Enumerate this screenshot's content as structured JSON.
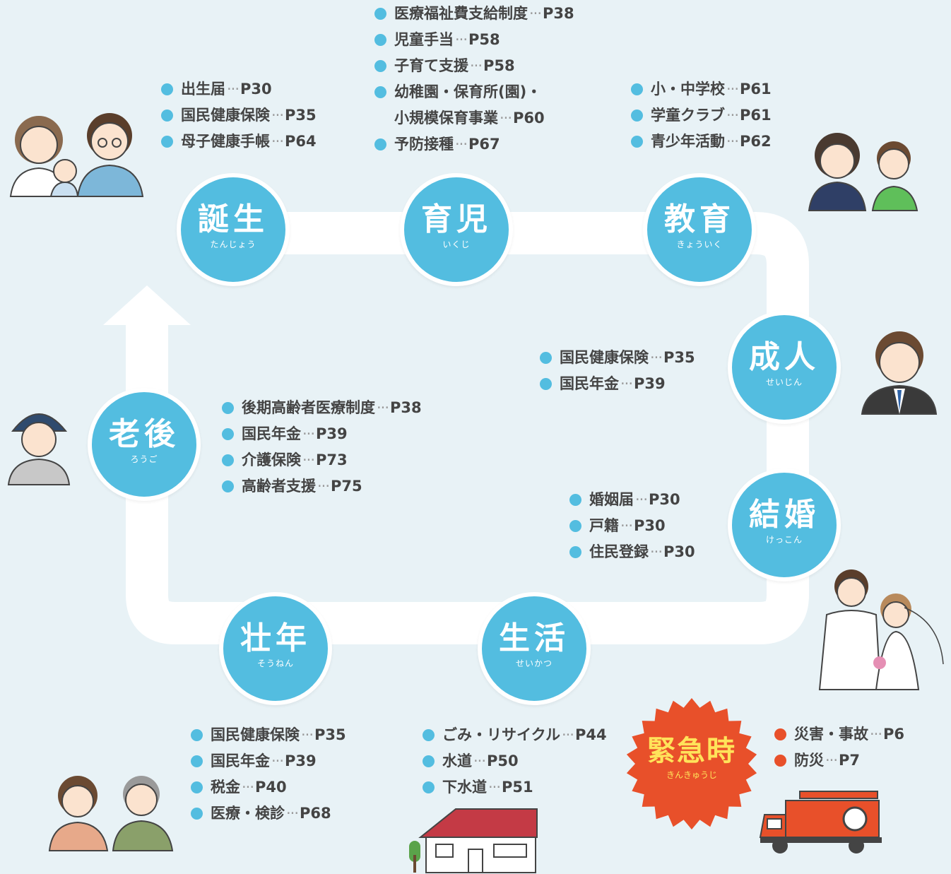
{
  "colors": {
    "accent": "#53bde0",
    "emergency": "#e8502a",
    "emergency_text": "#ffe35a",
    "background": "#e8f2f6"
  },
  "stages": {
    "tanjo": {
      "name": "誕生",
      "ruby": "たんじょう"
    },
    "ikuji": {
      "name": "育児",
      "ruby": "いくじ"
    },
    "kyoiku": {
      "name": "教育",
      "ruby": "きょういく"
    },
    "seijin": {
      "name": "成人",
      "ruby": "せいじん"
    },
    "kekkon": {
      "name": "結婚",
      "ruby": "けっこん"
    },
    "seikatsu": {
      "name": "生活",
      "ruby": "せいかつ"
    },
    "sonen": {
      "name": "壮年",
      "ruby": "そうねん"
    },
    "rogo": {
      "name": "老後",
      "ruby": "ろうご"
    },
    "kinkyuji": {
      "name": "緊急時",
      "ruby": "きんきゅうじ"
    }
  },
  "lists": {
    "tanjo": [
      {
        "label": "出生届",
        "page": "P30"
      },
      {
        "label": "国民健康保険",
        "page": "P35"
      },
      {
        "label": "母子健康手帳",
        "page": "P64"
      }
    ],
    "ikuji": [
      {
        "label": "医療福祉費支給制度",
        "page": "P38"
      },
      {
        "label": "児童手当",
        "page": "P58"
      },
      {
        "label": "子育て支援",
        "page": "P58"
      },
      {
        "label": "幼稚園・保育所(園)・",
        "cont": "小規模保育事業",
        "page": "P60"
      },
      {
        "label": "予防接種",
        "page": "P67"
      }
    ],
    "kyoiku": [
      {
        "label": "小・中学校",
        "page": "P61"
      },
      {
        "label": "学童クラブ",
        "page": "P61"
      },
      {
        "label": "青少年活動",
        "page": "P62"
      }
    ],
    "seijin": [
      {
        "label": "国民健康保険",
        "page": "P35"
      },
      {
        "label": "国民年金",
        "page": "P39"
      }
    ],
    "kekkon": [
      {
        "label": "婚姻届",
        "page": "P30"
      },
      {
        "label": "戸籍",
        "page": "P30"
      },
      {
        "label": "住民登録",
        "page": "P30"
      }
    ],
    "rogo": [
      {
        "label": "後期高齢者医療制度",
        "page": "P38"
      },
      {
        "label": "国民年金",
        "page": "P39"
      },
      {
        "label": "介護保険",
        "page": "P73"
      },
      {
        "label": "高齢者支援",
        "page": "P75"
      }
    ],
    "sonen": [
      {
        "label": "国民健康保険",
        "page": "P35"
      },
      {
        "label": "国民年金",
        "page": "P39"
      },
      {
        "label": "税金",
        "page": "P40"
      },
      {
        "label": "医療・検診",
        "page": "P68"
      }
    ],
    "seikatsu": [
      {
        "label": "ごみ・リサイクル",
        "page": "P44"
      },
      {
        "label": "水道",
        "page": "P50"
      },
      {
        "label": "下水道",
        "page": "P51"
      }
    ],
    "kinkyuji": [
      {
        "label": "災害・事故",
        "page": "P6"
      },
      {
        "label": "防災",
        "page": "P7"
      }
    ]
  }
}
